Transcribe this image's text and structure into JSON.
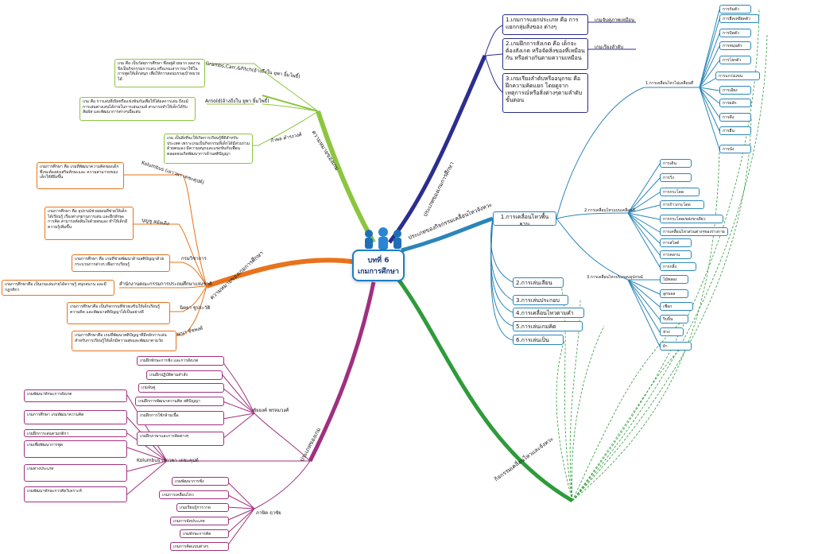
{
  "center": {
    "line1": "บทที่ 6",
    "line2": "เกมการศึกษา"
  },
  "branches": {
    "meaning": "ความหมายของเกม",
    "edu_meaning": "ความหมายของเกมการศึกษา",
    "game_types": "ประเภทของเกม",
    "edu_types": "ประเภทของเกมการศึกษา",
    "movement_types": "ประเภทของกิจกรรมเคลื่อนไหวจังหวะ",
    "movement": "กิจกรรมเคลื่อนไหวและจังหวะ"
  },
  "meaning": {
    "authors": [
      "Grambs,Carr,&Fitch(อ้างถึงใน ยุพา ยิ้มโพธิ์)",
      "Arnold(อ้างถึงใน ยุพา ยิ้มโพธิ์)",
      "กำพล ดำรงวงศ์"
    ],
    "notes": [
      "เกม คือ เป็นวัสดุการศึกษา ซึ่งอยู่ด้วยมาก ผลงานจึงเป็นกิจกรรมการเล่น หรือเกมเล่าการมาใช้ในการพูดให้เด็กสนุก เพื่อให้การสอนบรรลุเป้าหมายได้",
      "เกม คือ การเล่นที่เปิดหรือแข่งขันกันเพื่อให้ได้ผลการเล่น ถึงแม้การเล่นต่างเล่นได้ง่ายในการเล่นเกมส์ สามารถทำให้เด็กได้รับสัมผัส และพัฒนาการต่างๆเมื่อเล่น",
      "เกม เป็นสิ่งที่จะให้เกิดการเรียนรู้ที่ดีสำหรับประเทศ เพราะเกมเป็นกิจกรรมที่เด็กได้มีส่วนร่วมด้วยตนเอง มีความสนุกและแข่งขันกับเพื่อน ตลอดจนเกิดพัฒนาการด้านสติปัญญา"
    ]
  },
  "edu_meaning": {
    "authors": [
      "Kolumbus (เยาวพา เดชะคุปต์)",
      "บุญชู สมัยเดิง",
      "กรมวิชาการ",
      "สำนักงานคณะกรรมการประถมศึกษาแห่งชาติ",
      "นิตยา ชูประวัติ",
      "พัฒนา ชัชพงศ์"
    ],
    "notes": [
      "เกมการศึกษา คือ เกมที่พัฒนาความคิดของเด็ก ซึ่งจะต้องส่งเสริมทักษะและ ความสามารถของเด็กให้ดียิ่งขึ้น",
      "เกมการศึกษา คือ อุปกรณ์ช่วยสอนที่ช่วยให้เด็กได้เรียนรู้ เรื่องต่างๆผ่านการเล่น และฝึกทักษะการคิด สามารถตัดสินใจด้วยตนเอง ทำให้เด็กมีความรู้เพิ่มขึ้น",
      "เกมการศึกษา คือ เกมที่ช่วยพัฒนาด้านสติปัญญาด้วยกระบวนการต่างๆ เพื่อการเรียนรู้",
      "เกมการศึกษาคือ เป็นเกมเล่นง่ายได้ความรู้ สนุกสนาน และมีกฎกติกา",
      "เกมการศึกษาคือ เป็นกิจกรรมที่ช่วยเสริมให้เด็กเรียนรู้ความคิด และพัฒนาสติปัญญาได้เป็นอย่างดี",
      "เกมการศึกษาคือ เกมที่พัฒนาสติปัญญาที่มีหลักการเล่นสำหรับการเรียนรู้ให้เด็กมีความสุขและพัฒนาตามวัย"
    ]
  },
  "game_types": {
    "authors": [
      "ชัยยงค์ พรหมวงศ์",
      "Kolumbus เยาวพา เดชะคุปต์",
      "ภาษิต ฤาชัย"
    ],
    "chaiyong": [
      "เกมฝึกทักษะการฟัง และการสังเกต",
      "เกมฝึกปฏิบัติตามคำสั่ง",
      "เกมจับคู่",
      "เกมฝึกการพัฒนาความคิด สติปัญญา",
      "เกมฝึกการใช้กล้ามเนื้อ",
      "เกมฝึกภาษาและการคิดต่างๆ"
    ],
    "kolumbus": [
      "เกมพัฒนาทักษะการสังเกต",
      "เกมการศึกษา เกมพัฒนาความคิด",
      "เกมฝึกการเล่นตามกติกา",
      "เกมเพื่อพัฒนาการพูด",
      "เกมทางประเภท",
      "เกมพัฒนาทักษะการคิดวิเคราะห์"
    ],
    "phasit": [
      "เกมพัฒนาการฟัง",
      "เกมการเคลื่อนไหว",
      "เกมเรียนรู้การวาด",
      "เกมการจัดประเภท",
      "เกมทักษะการคิด",
      "เกมการคิดแบบต่างๆ"
    ]
  },
  "edu_types": [
    "1.เกมการแยกประเภท คือ การแยกกลุ่มสิ่งของ ต่างๆ",
    "2.เกมฝึกการสังเกต คือ เด็กจะต้องสังเกต หรือจัดสิ่งของที่เหมือนกัน หรือต่างกันตามความเหมือน",
    "3.เกมเรียงลำดับหรืออนุกรม คือ ฝึกความคิดแยก โดยดูจากเหตุการณ์หรือสิ่งต่างๆตามลำดับขั้นตอน"
  ],
  "edu_types_notes": [
    "เกมจับคู่ภาพเหมือน",
    "เกมเรียงลำดับ"
  ],
  "movement_types": {
    "main": "1.การเคลื่อนไหวพื้นฐาน",
    "others": [
      "2.การเล่นเลียนแบบ",
      "3.การเล่นประกอบเพลง",
      "4.การเคลื่อนไหวตามคำบรรยาย",
      "5.การเล่นเกมคิดสร้างสรรค์",
      "6.การเล่นเป็นท่าทาง"
    ],
    "sub1": "1.การเคลื่อนไหวไม่เคลื่อนที่",
    "sub2": "2.การเคลื่อนไหวแบบเคลื่อนที่",
    "sub3": "3.การเคลื่อนไหวประกอบอุปกรณ์",
    "sub1_items": [
      "การก้มตัว",
      "การยืดเหยียดตัว",
      "การบิดตัว",
      "การหมุนตัว",
      "การโยกตัว",
      "การแกว่งแขน",
      "การเอียง",
      "การผลัก",
      "การดึง",
      "การยืน",
      "การนั่ง"
    ],
    "sub2_items": [
      "การเดิน",
      "การวิ่ง",
      "การกระโดด",
      "การก้าวกระโดด",
      "การกระโดดเขย่งขาเดียว",
      "การเคลื่อนไหวส่วนต่างๆของร่างกาย",
      "การสไลด์",
      "การคลาน",
      "การกลิ้ง"
    ],
    "sub3_items": [
      "ไม้พลอง",
      "ลูกบอล",
      "เชือก",
      "ริบบิ้น",
      "ห่วง",
      "ผ้า"
    ]
  }
}
